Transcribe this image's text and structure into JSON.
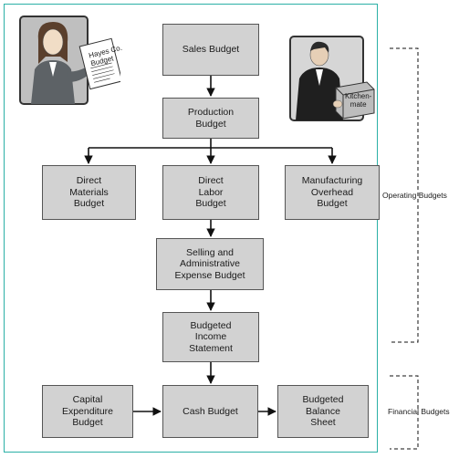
{
  "boxes": {
    "sales": "Sales Budget",
    "production": "Production\nBudget",
    "direct_materials": "Direct\nMaterials\nBudget",
    "direct_labor": "Direct\nLabor\nBudget",
    "manufacturing_overhead": "Manufacturing\nOverhead\nBudget",
    "selling_admin": "Selling and\nAdministrative\nExpense Budget",
    "income_statement": "Budgeted\nIncome\nStatement",
    "capital_expenditure": "Capital\nExpenditure\nBudget",
    "cash": "Cash Budget",
    "balance_sheet": "Budgeted\nBalance\nSheet"
  },
  "labels": {
    "operating": "Operating Budgets",
    "financial": "Financial Budgets"
  },
  "illustrations": {
    "woman_document": "Hayes Co.\nBudget",
    "man_box": "Kitchen-\nmate"
  },
  "colors": {
    "box_fill": "#d2d2d2",
    "panel_border": "#2bb0a6"
  }
}
